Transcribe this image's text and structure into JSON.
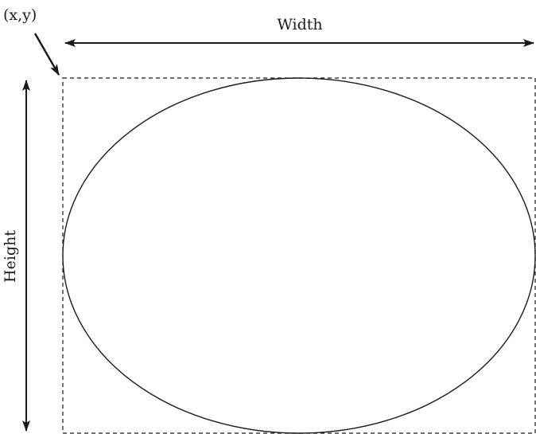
{
  "labels": {
    "origin": "(x,y)",
    "width": "Width",
    "height": "Height"
  },
  "colors": {
    "stroke": "#1a1a1a",
    "background": "#ffffff"
  }
}
